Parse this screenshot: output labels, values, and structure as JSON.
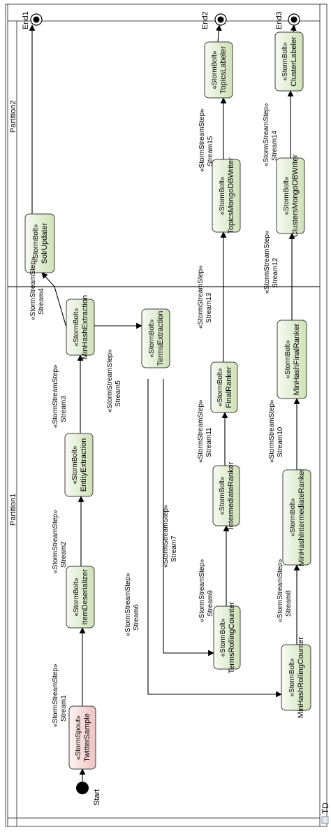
{
  "diagram": {
    "title": "TD",
    "partitions": [
      {
        "id": "p1",
        "label": "Partition1"
      },
      {
        "id": "p2",
        "label": "Partition2"
      }
    ],
    "start_label": "Start",
    "ends": [
      {
        "id": "end1",
        "label": "End1"
      },
      {
        "id": "end2",
        "label": "End2"
      },
      {
        "id": "end3",
        "label": "End3"
      }
    ],
    "nodes": [
      {
        "id": "twitter-sample",
        "stereotype": "«StormSpout»",
        "name": "TwitterSample",
        "kind": "spout"
      },
      {
        "id": "item-deserializer",
        "stereotype": "«StormBolt»",
        "name": "ItemDeserializer",
        "kind": "bolt"
      },
      {
        "id": "entity-extraction",
        "stereotype": "«StormBolt»",
        "name": "EntityExtraction",
        "kind": "bolt"
      },
      {
        "id": "minhash-extraction",
        "stereotype": "«StormBolt»",
        "name": "MinHashExtraction",
        "kind": "bolt"
      },
      {
        "id": "terms-extraction",
        "stereotype": "«StormBolt»",
        "name": "TermsExtraction",
        "kind": "bolt"
      },
      {
        "id": "terms-rolling-counter",
        "stereotype": "«StormBolt»",
        "name": "TermsRollingCounter",
        "kind": "bolt"
      },
      {
        "id": "intermediate-ranker",
        "stereotype": "«StormBolt»",
        "name": "IntermediateRanker",
        "kind": "bolt"
      },
      {
        "id": "final-ranker",
        "stereotype": "«StormBolt»",
        "name": "FinalRanker",
        "kind": "bolt"
      },
      {
        "id": "minhash-rolling-counter",
        "stereotype": "«StormBolt»",
        "name": "MinHashRollingCounter",
        "kind": "bolt"
      },
      {
        "id": "minhash-intermediate-ranker",
        "stereotype": "«StormBolt»",
        "name": "MinHashIntermediateRanker",
        "kind": "bolt"
      },
      {
        "id": "minhash-final-ranker",
        "stereotype": "«StormBolt»",
        "name": "MinHashFinalRanker",
        "kind": "bolt"
      },
      {
        "id": "solr-updater",
        "stereotype": "«StormBolt»",
        "name": "SolrUpdater",
        "kind": "bolt"
      },
      {
        "id": "topics-mongodb-writer",
        "stereotype": "«StormBolt»",
        "name": "TopicsMongoDBWriter",
        "kind": "bolt"
      },
      {
        "id": "topics-labeler",
        "stereotype": "«StormBolt»",
        "name": "TopicsLabeler",
        "kind": "bolt"
      },
      {
        "id": "clusters-mongodb-writer",
        "stereotype": "«StormBolt»",
        "name": "ClustersMongoDBWriter",
        "kind": "bolt"
      },
      {
        "id": "cluster-labeler",
        "stereotype": "«StormBolt»",
        "name": "ClusterLabeler",
        "kind": "bolt"
      }
    ],
    "edges": [
      {
        "id": "e-start",
        "from": "start",
        "to": "twitter-sample",
        "stereotype": "",
        "name": ""
      },
      {
        "id": "s1",
        "from": "twitter-sample",
        "to": "item-deserializer",
        "stereotype": "«StormStreamStep»",
        "name": "Stream1"
      },
      {
        "id": "s2",
        "from": "item-deserializer",
        "to": "entity-extraction",
        "stereotype": "«StormStreamStep»",
        "name": "Stream2"
      },
      {
        "id": "s3",
        "from": "entity-extraction",
        "to": "minhash-extraction",
        "stereotype": "«StormStreamStep»",
        "name": "Stream3"
      },
      {
        "id": "s4",
        "from": "minhash-extraction",
        "to": "solr-updater",
        "stereotype": "«StormStreamStep»",
        "name": "Stream4"
      },
      {
        "id": "s5",
        "from": "minhash-extraction",
        "to": "terms-extraction",
        "stereotype": "«StormStreamStep»",
        "name": "Stream5"
      },
      {
        "id": "s6",
        "from": "terms-extraction",
        "to": "minhash-rolling-counter",
        "stereotype": "«StormStreamStep»",
        "name": "Stream6"
      },
      {
        "id": "s7",
        "from": "terms-extraction",
        "to": "terms-rolling-counter",
        "stereotype": "«StormStreamStep»",
        "name": "Stream7"
      },
      {
        "id": "s8",
        "from": "minhash-rolling-counter",
        "to": "minhash-intermediate-ranker",
        "stereotype": "«StormStreamStep»",
        "name": "Stream8"
      },
      {
        "id": "s9",
        "from": "terms-rolling-counter",
        "to": "intermediate-ranker",
        "stereotype": "«StormStreamStep»",
        "name": "Stream9"
      },
      {
        "id": "s10",
        "from": "minhash-intermediate-ranker",
        "to": "minhash-final-ranker",
        "stereotype": "«StormStreamStep»",
        "name": "Stream10"
      },
      {
        "id": "s11",
        "from": "intermediate-ranker",
        "to": "final-ranker",
        "stereotype": "«StormStreamStep»",
        "name": "Stream11"
      },
      {
        "id": "s12",
        "from": "minhash-final-ranker",
        "to": "clusters-mongodb-writer",
        "stereotype": "«StormStreamStep»",
        "name": "Stream12"
      },
      {
        "id": "s13",
        "from": "final-ranker",
        "to": "topics-mongodb-writer",
        "stereotype": "«StormStreamStep»",
        "name": "Stream13"
      },
      {
        "id": "s14",
        "from": "clusters-mongodb-writer",
        "to": "cluster-labeler",
        "stereotype": "«StormStreamStep»",
        "name": "Stream14"
      },
      {
        "id": "s15",
        "from": "topics-mongodb-writer",
        "to": "topics-labeler",
        "stereotype": "«StormStreamStep»",
        "name": "Stream15"
      },
      {
        "id": "e-end1",
        "from": "solr-updater",
        "to": "end1",
        "stereotype": "",
        "name": ""
      },
      {
        "id": "e-end2",
        "from": "topics-labeler",
        "to": "end2",
        "stereotype": "",
        "name": ""
      },
      {
        "id": "e-end3",
        "from": "cluster-labeler",
        "to": "end3",
        "stereotype": "",
        "name": ""
      }
    ],
    "colors": {
      "bolt_fill_light": "#f7faf2",
      "bolt_fill_dark": "#cfe0b7",
      "spout_fill_light": "#fdf3f3",
      "spout_fill_dark": "#f0c2c2"
    }
  }
}
